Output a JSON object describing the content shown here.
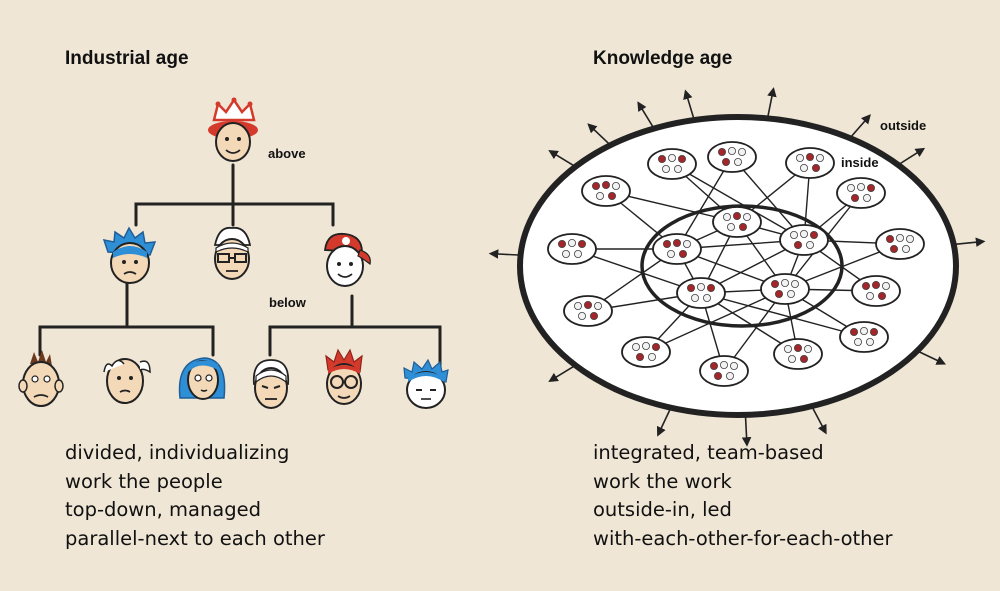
{
  "left": {
    "title": "Industrial age",
    "labels": {
      "above": "above",
      "below": "below"
    },
    "lines": [
      "divided, individualizing",
      "work the people",
      "top-down, managed",
      "parallel-next to each other"
    ]
  },
  "right": {
    "title": "Knowledge age",
    "labels": {
      "outside": "outside",
      "inside": "inside"
    },
    "lines": [
      "integrated, team-based",
      "work the work",
      "outside-in, led",
      "with-each-other-for-each-other"
    ]
  },
  "colors": {
    "background": "#efe6d6",
    "ink": "#111111",
    "red_hair": "#d43a2c",
    "blue_hair": "#2f8fd6",
    "skin": "#f3d9b8",
    "dot_red": "#a4252a",
    "dot_white": "#f2f2f2"
  }
}
